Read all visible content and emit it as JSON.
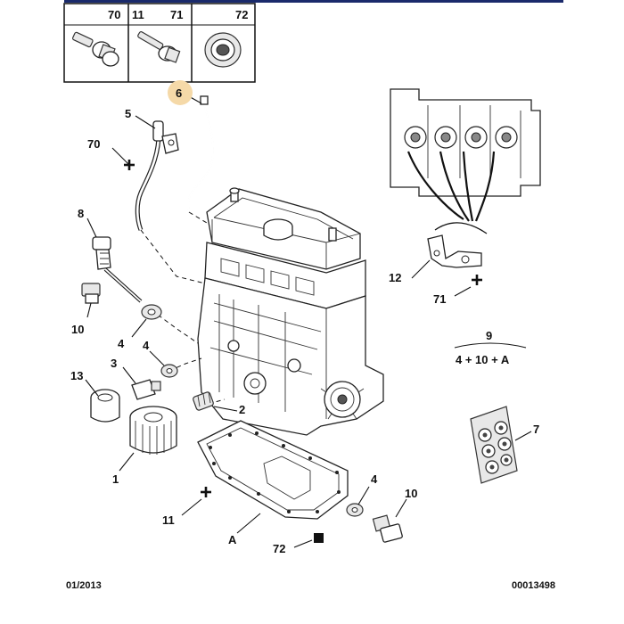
{
  "header_boxes": [
    {
      "ref": "70"
    },
    {
      "ref": "11"
    },
    {
      "ref": "71"
    },
    {
      "ref": "72"
    }
  ],
  "callouts": {
    "c6": "6",
    "c5": "5",
    "c70": "70",
    "c8": "8",
    "c10a": "10",
    "c4a": "4",
    "c4b": "4",
    "c3": "3",
    "c13": "13",
    "c2": "2",
    "c1": "1",
    "c11": "11",
    "cA": "A",
    "c72": "72",
    "c4c": "4",
    "c10b": "10",
    "c12": "12",
    "c71": "71",
    "c7": "7"
  },
  "kit": {
    "number": "9",
    "contents": "4 + 10 + A"
  },
  "highlight_color": "#f5d9a8",
  "footer": {
    "date": "01/2013",
    "doc_number": "00013498"
  }
}
